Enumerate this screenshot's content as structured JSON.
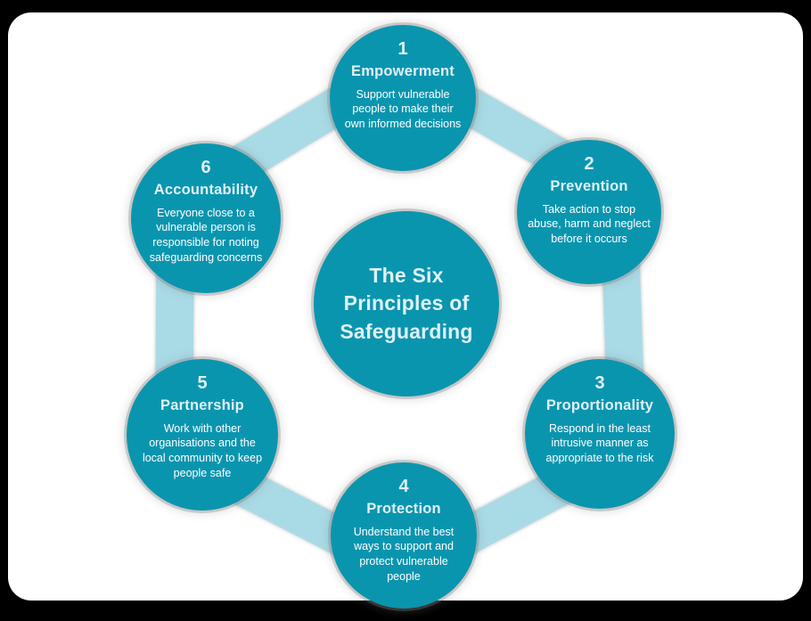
{
  "diagram": {
    "title": "The Six Principles of Safeguarding",
    "principles": [
      {
        "number": "1",
        "title": "Empowerment",
        "description": "Support vulnerable people to make their own informed decisions"
      },
      {
        "number": "2",
        "title": "Prevention",
        "description": "Take action to stop abuse, harm and neglect before it occurs"
      },
      {
        "number": "3",
        "title": "Proportionality",
        "description": "Respond in the least intrusive manner as appropriate to the risk"
      },
      {
        "number": "4",
        "title": "Protection",
        "description": "Understand the best ways to support and protect vulnerable people"
      },
      {
        "number": "5",
        "title": "Partnership",
        "description": "Work with other organisations and the local community to keep people safe"
      },
      {
        "number": "6",
        "title": "Accountability",
        "description": "Everyone close to a vulnerable person is responsible for noting safeguarding concerns"
      }
    ],
    "colors": {
      "circle_fill": "#0a95af",
      "ring": "#a9dbe7",
      "panel_background": "#ffffff",
      "frame": "#000000",
      "heading_text": "#dff2f7",
      "node_text": "#ffffff"
    }
  }
}
